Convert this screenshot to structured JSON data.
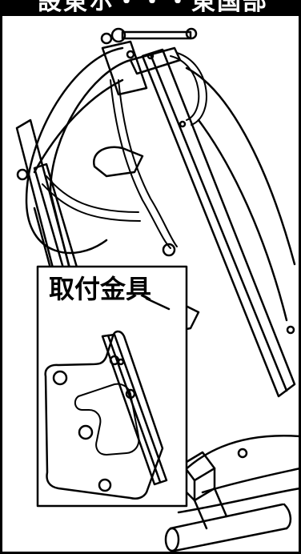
{
  "header": {
    "title": "設東ホ・・・東国部"
  },
  "callout": {
    "label": "取付金具"
  },
  "icons": {
    "illustration": "mounting-bracket-line-drawing"
  }
}
